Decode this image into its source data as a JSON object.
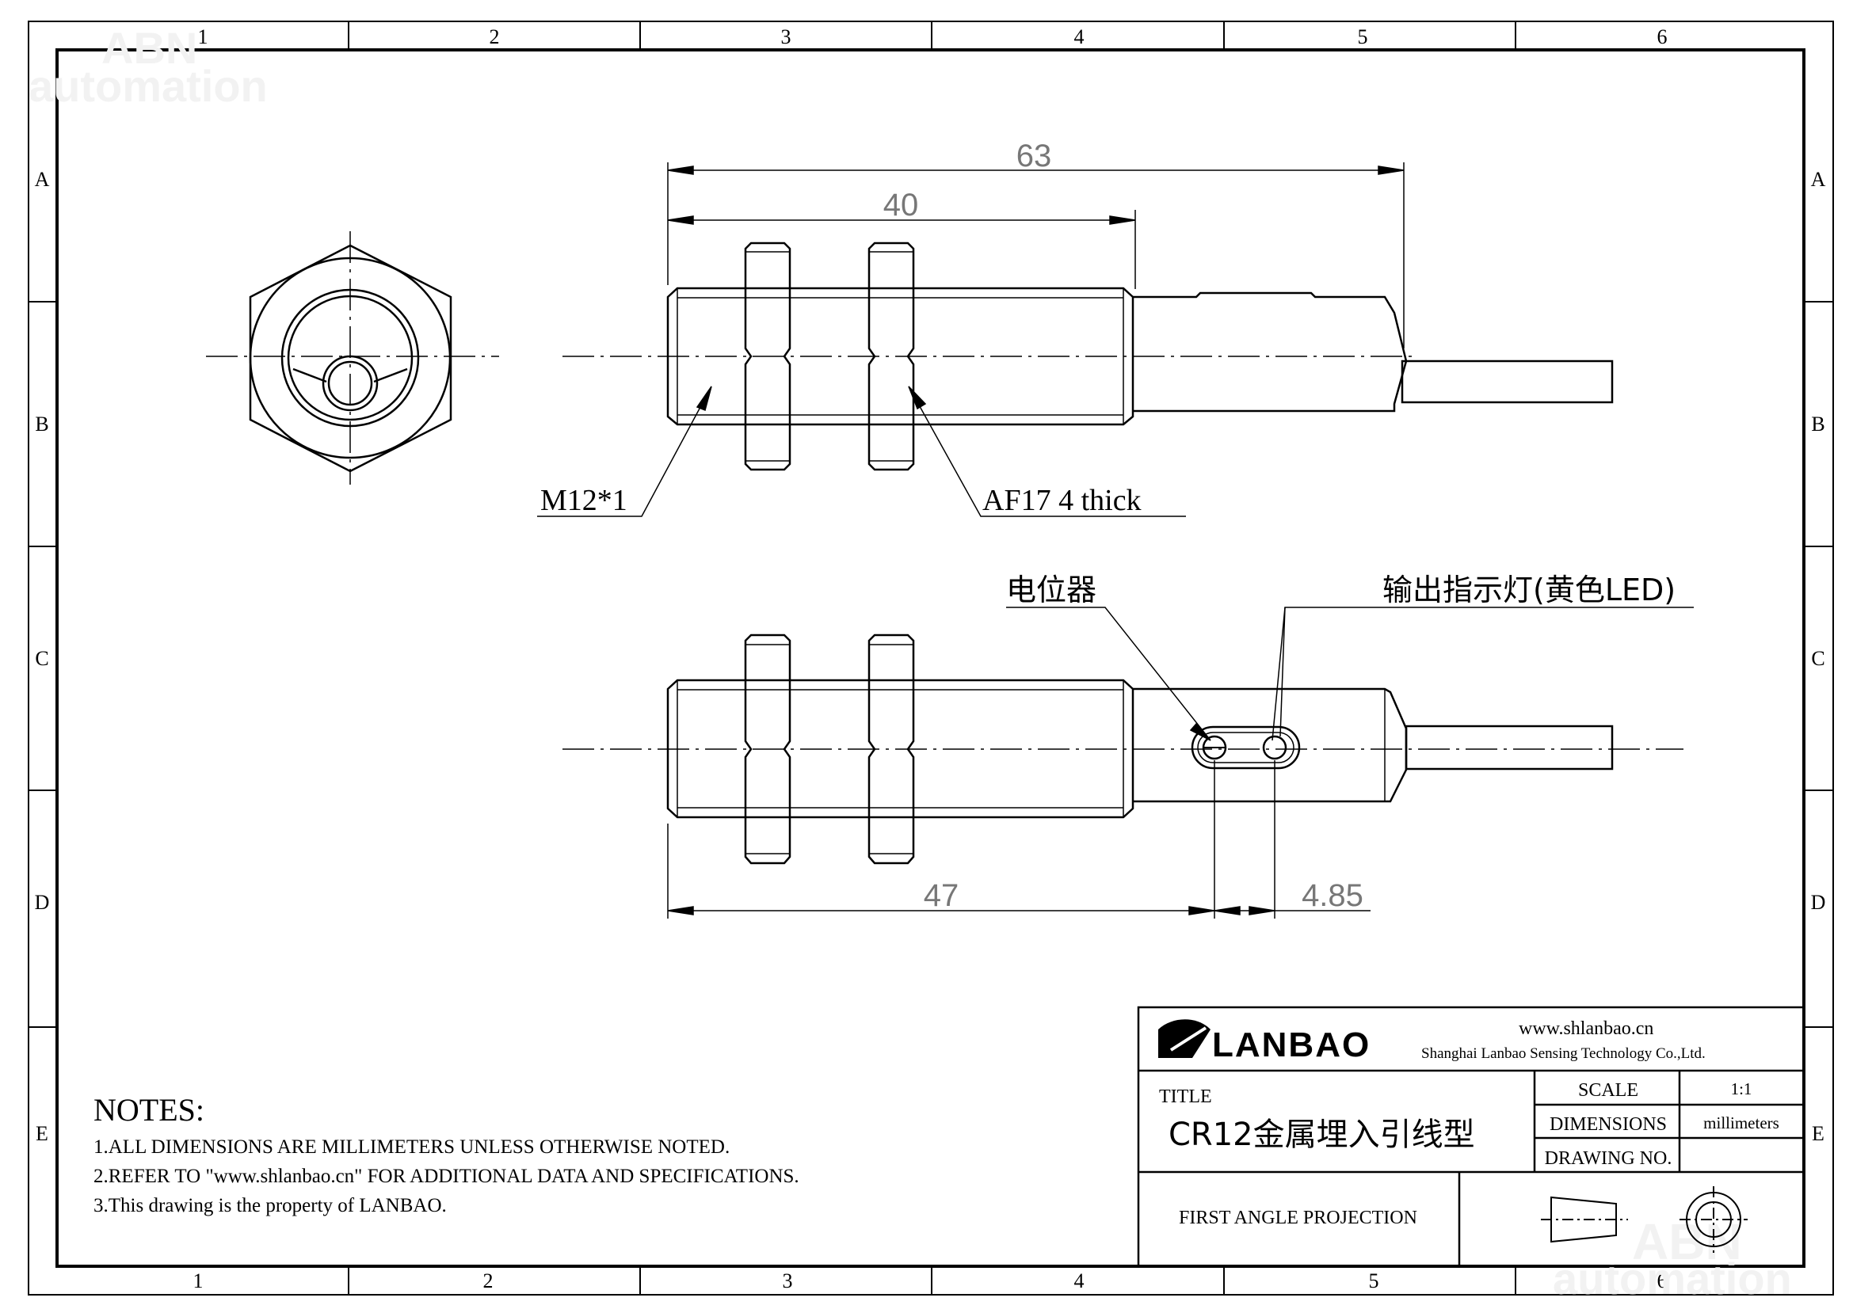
{
  "border": {
    "columns": [
      "1",
      "2",
      "3",
      "4",
      "5",
      "6"
    ],
    "rows": [
      "A",
      "B",
      "C",
      "D",
      "E"
    ]
  },
  "watermark": {
    "line1": "ABN",
    "line2": "automation"
  },
  "top_view": {
    "dims": {
      "overall": "63",
      "thread": "40"
    },
    "callouts": {
      "thread_spec": "M12*1",
      "nut_spec": "AF17 4 thick"
    }
  },
  "bottom_view": {
    "callouts": {
      "potentiometer": "电位器",
      "indicator": "输出指示灯(黄色LED)"
    },
    "dims": {
      "to_pot": "47",
      "pot_to_led": "4.85"
    }
  },
  "notes": {
    "heading": "NOTES:",
    "items": [
      "1.ALL DIMENSIONS ARE MILLIMETERS UNLESS OTHERWISE NOTED.",
      "2.REFER TO \"www.shlanbao.cn\" FOR ADDITIONAL DATA AND SPECIFICATIONS.",
      "3.This drawing is the property of LANBAO."
    ]
  },
  "title_block": {
    "logo_text": "LANBAO",
    "website": "www.shlanbao.cn",
    "company": "Shanghai Lanbao Sensing Technology Co.,Ltd.",
    "title_label": "TITLE",
    "title_value": "CR12金属埋入引线型",
    "scale_label": "SCALE",
    "scale_value": "1:1",
    "dimensions_label": "DIMENSIONS",
    "dimensions_value": "millimeters",
    "drawing_no_label": "DRAWING NO.",
    "drawing_no_value": "",
    "projection": "FIRST ANGLE PROJECTION"
  },
  "colors": {
    "line": "#000000",
    "dimension": "#777777"
  }
}
